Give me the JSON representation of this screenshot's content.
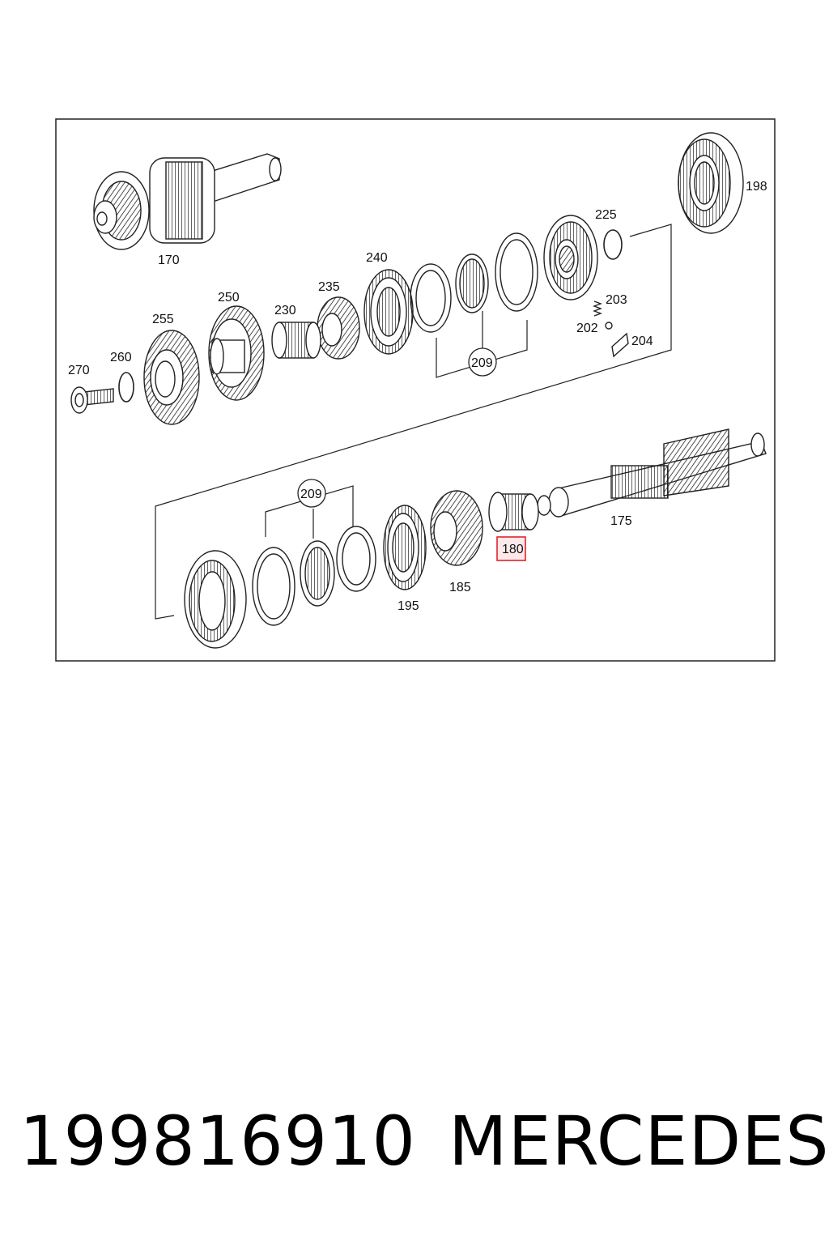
{
  "diagram": {
    "labels": {
      "p170": "170",
      "p198": "198",
      "p225": "225",
      "p240": "240",
      "p250": "250",
      "p235": "235",
      "p230": "230",
      "p255": "255",
      "p203": "203",
      "p202": "202",
      "p204": "204",
      "p209a": "209",
      "p260": "260",
      "p270": "270",
      "p175": "175",
      "p209b": "209",
      "p180": "180",
      "p185": "185",
      "p195": "195"
    },
    "highlight": {
      "part": "180",
      "color": "#e0242b",
      "fill": "#fde8ea"
    }
  },
  "caption": {
    "part_number": "199816910",
    "brand": "MERCEDES"
  }
}
